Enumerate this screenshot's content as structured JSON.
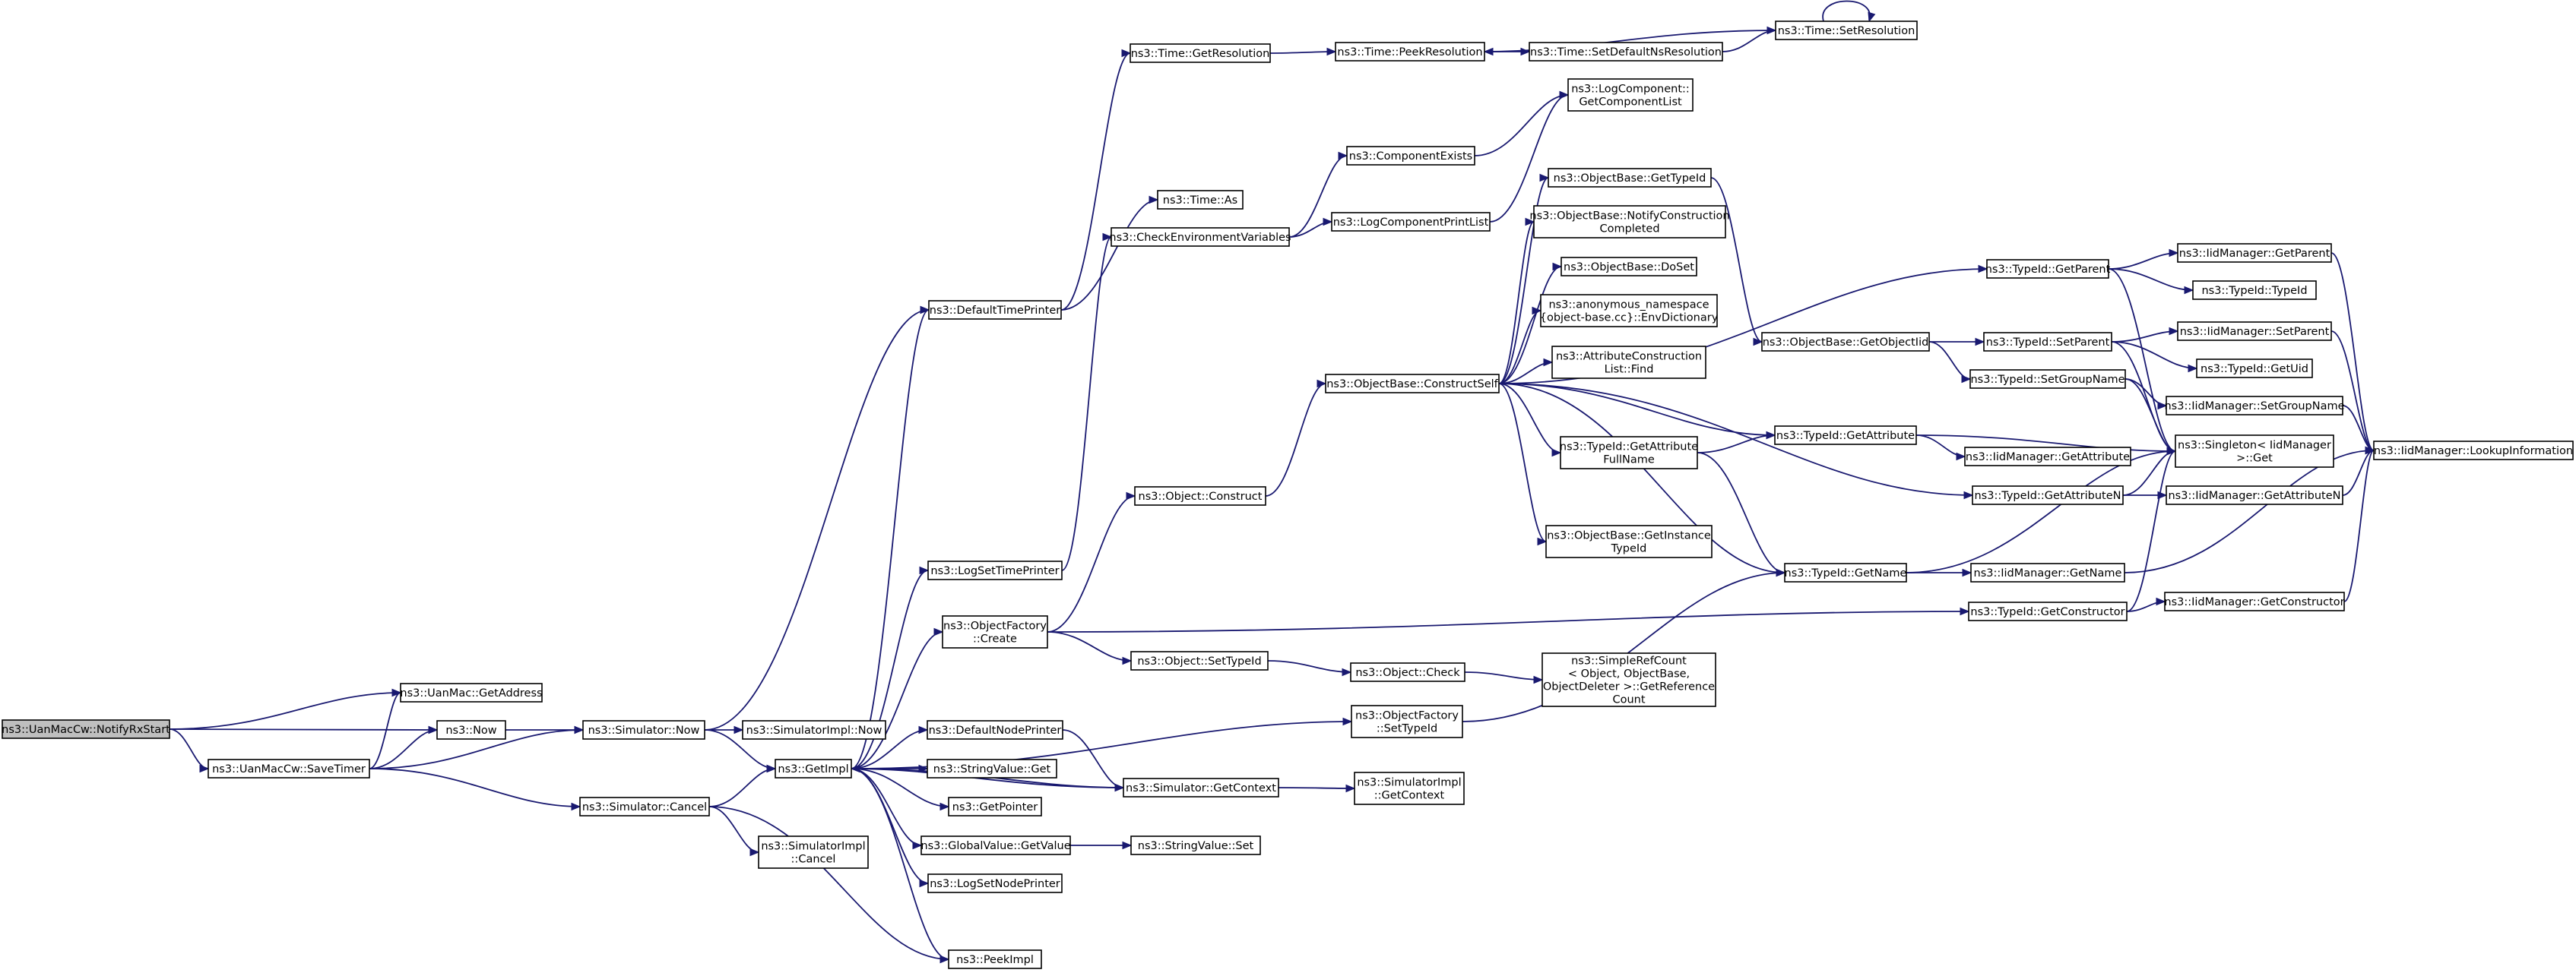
{
  "colors": {
    "edge": "#191970",
    "root_fill": "#bfbfbf",
    "node_fill": "#ffffff",
    "node_stroke": "#000000"
  },
  "nodes": [
    {
      "id": "n_root",
      "lines": [
        "ns3::UanMacCw::NotifyRxStart"
      ],
      "root": true
    },
    {
      "id": "n_getaddress",
      "lines": [
        "ns3::UanMac::GetAddress"
      ]
    },
    {
      "id": "n_now",
      "lines": [
        "ns3::Now"
      ]
    },
    {
      "id": "n_savetimer",
      "lines": [
        "ns3::UanMacCw::SaveTimer"
      ]
    },
    {
      "id": "n_sim_now",
      "lines": [
        "ns3::Simulator::Now"
      ]
    },
    {
      "id": "n_simimpl_now",
      "lines": [
        "ns3::SimulatorImpl::Now"
      ]
    },
    {
      "id": "n_getimpl",
      "lines": [
        "ns3::GetImpl"
      ]
    },
    {
      "id": "n_sim_cancel",
      "lines": [
        "ns3::Simulator::Cancel"
      ]
    },
    {
      "id": "n_simimpl_cancel",
      "lines": [
        "ns3::SimulatorImpl",
        "::Cancel"
      ]
    },
    {
      "id": "n_peekimpl",
      "lines": [
        "ns3::PeekImpl"
      ]
    },
    {
      "id": "n_defaulttimeprinter",
      "lines": [
        "ns3::DefaultTimePrinter"
      ]
    },
    {
      "id": "n_logsettimeprinter",
      "lines": [
        "ns3::LogSetTimePrinter"
      ]
    },
    {
      "id": "n_objfactory_create",
      "lines": [
        "ns3::ObjectFactory",
        "::Create"
      ]
    },
    {
      "id": "n_defaultnodeprinter",
      "lines": [
        "ns3::DefaultNodePrinter"
      ]
    },
    {
      "id": "n_stringvalue_get",
      "lines": [
        "ns3::StringValue::Get"
      ]
    },
    {
      "id": "n_getpointer",
      "lines": [
        "ns3::GetPointer"
      ]
    },
    {
      "id": "n_globalvalue_getvalue",
      "lines": [
        "ns3::GlobalValue::GetValue"
      ]
    },
    {
      "id": "n_logsetnodeprinter",
      "lines": [
        "ns3::LogSetNodePrinter"
      ]
    },
    {
      "id": "n_time_getresolution",
      "lines": [
        "ns3::Time::GetResolution"
      ]
    },
    {
      "id": "n_time_as",
      "lines": [
        "ns3::Time::As"
      ]
    },
    {
      "id": "n_checkenv",
      "lines": [
        "ns3::CheckEnvironmentVariables"
      ]
    },
    {
      "id": "n_object_construct",
      "lines": [
        "ns3::Object::Construct"
      ]
    },
    {
      "id": "n_object_settypeid",
      "lines": [
        "ns3::Object::SetTypeId"
      ]
    },
    {
      "id": "n_objfactory_settypeid",
      "lines": [
        "ns3::ObjectFactory",
        "::SetTypeId"
      ]
    },
    {
      "id": "n_sim_getcontext",
      "lines": [
        "ns3::Simulator::GetContext"
      ]
    },
    {
      "id": "n_stringvalue_set",
      "lines": [
        "ns3::StringValue::Set"
      ]
    },
    {
      "id": "n_time_peekresolution",
      "lines": [
        "ns3::Time::PeekResolution"
      ]
    },
    {
      "id": "n_componentexists",
      "lines": [
        "ns3::ComponentExists"
      ]
    },
    {
      "id": "n_logcomponentprintlist",
      "lines": [
        "ns3::LogComponentPrintList"
      ]
    },
    {
      "id": "n_objbase_constructself",
      "lines": [
        "ns3::ObjectBase::ConstructSelf"
      ]
    },
    {
      "id": "n_object_check",
      "lines": [
        "ns3::Object::Check"
      ]
    },
    {
      "id": "n_simimpl_getcontext",
      "lines": [
        "ns3::SimulatorImpl",
        "::GetContext"
      ]
    },
    {
      "id": "n_time_setdefaultnsres",
      "lines": [
        "ns3::Time::SetDefaultNsResolution"
      ]
    },
    {
      "id": "n_logcomponent_getlist",
      "lines": [
        "ns3::LogComponent::",
        "GetComponentList"
      ]
    },
    {
      "id": "n_objbase_gettypeid",
      "lines": [
        "ns3::ObjectBase::GetTypeId"
      ]
    },
    {
      "id": "n_objbase_notifyconstruction",
      "lines": [
        "ns3::ObjectBase::NotifyConstruction",
        "Completed"
      ]
    },
    {
      "id": "n_objbase_doset",
      "lines": [
        "ns3::ObjectBase::DoSet"
      ]
    },
    {
      "id": "n_envdictionary",
      "lines": [
        "ns3::anonymous_namespace",
        "{object-base.cc}::EnvDictionary"
      ]
    },
    {
      "id": "n_attrconstruction_find",
      "lines": [
        "ns3::AttributeConstruction",
        "List::Find"
      ]
    },
    {
      "id": "n_typeid_getattrfullname",
      "lines": [
        "ns3::TypeId::GetAttribute",
        "FullName"
      ]
    },
    {
      "id": "n_objbase_getinstancetypeid",
      "lines": [
        "ns3::ObjectBase::GetInstance",
        "TypeId"
      ]
    },
    {
      "id": "n_simplerefcount",
      "lines": [
        "ns3::SimpleRefCount",
        "< Object, ObjectBase,",
        "ObjectDeleter >::GetReference",
        "Count"
      ]
    },
    {
      "id": "n_time_setresolution",
      "lines": [
        "ns3::Time::SetResolution"
      ]
    },
    {
      "id": "n_objbase_getobjectiid",
      "lines": [
        "ns3::ObjectBase::GetObjectIid"
      ]
    },
    {
      "id": "n_typeid_getattribute",
      "lines": [
        "ns3::TypeId::GetAttribute"
      ]
    },
    {
      "id": "n_typeid_getname",
      "lines": [
        "ns3::TypeId::GetName"
      ]
    },
    {
      "id": "n_typeid_getparent",
      "lines": [
        "ns3::TypeId::GetParent"
      ]
    },
    {
      "id": "n_typeid_setparent",
      "lines": [
        "ns3::TypeId::SetParent"
      ]
    },
    {
      "id": "n_typeid_setgroupname",
      "lines": [
        "ns3::TypeId::SetGroupName"
      ]
    },
    {
      "id": "n_typeid_getattributen",
      "lines": [
        "ns3::TypeId::GetAttributeN"
      ]
    },
    {
      "id": "n_typeid_getconstructor",
      "lines": [
        "ns3::TypeId::GetConstructor"
      ]
    },
    {
      "id": "n_iid_getattribute",
      "lines": [
        "ns3::IidManager::GetAttribute"
      ]
    },
    {
      "id": "n_iid_getname",
      "lines": [
        "ns3::IidManager::GetName"
      ]
    },
    {
      "id": "n_iid_getparent",
      "lines": [
        "ns3::IidManager::GetParent"
      ]
    },
    {
      "id": "n_typeid_typeid",
      "lines": [
        "ns3::TypeId::TypeId"
      ]
    },
    {
      "id": "n_iid_setparent",
      "lines": [
        "ns3::IidManager::SetParent"
      ]
    },
    {
      "id": "n_typeid_getuid",
      "lines": [
        "ns3::TypeId::GetUid"
      ]
    },
    {
      "id": "n_iid_setgroupname",
      "lines": [
        "ns3::IidManager::SetGroupName"
      ]
    },
    {
      "id": "n_singleton_get",
      "lines": [
        "ns3::Singleton< IidManager",
        ">::Get"
      ]
    },
    {
      "id": "n_iid_getattributen",
      "lines": [
        "ns3::IidManager::GetAttributeN"
      ]
    },
    {
      "id": "n_iid_getconstructor",
      "lines": [
        "ns3::IidManager::GetConstructor"
      ]
    },
    {
      "id": "n_iid_lookupinformation",
      "lines": [
        "ns3::IidManager::LookupInformation"
      ]
    }
  ]
}
